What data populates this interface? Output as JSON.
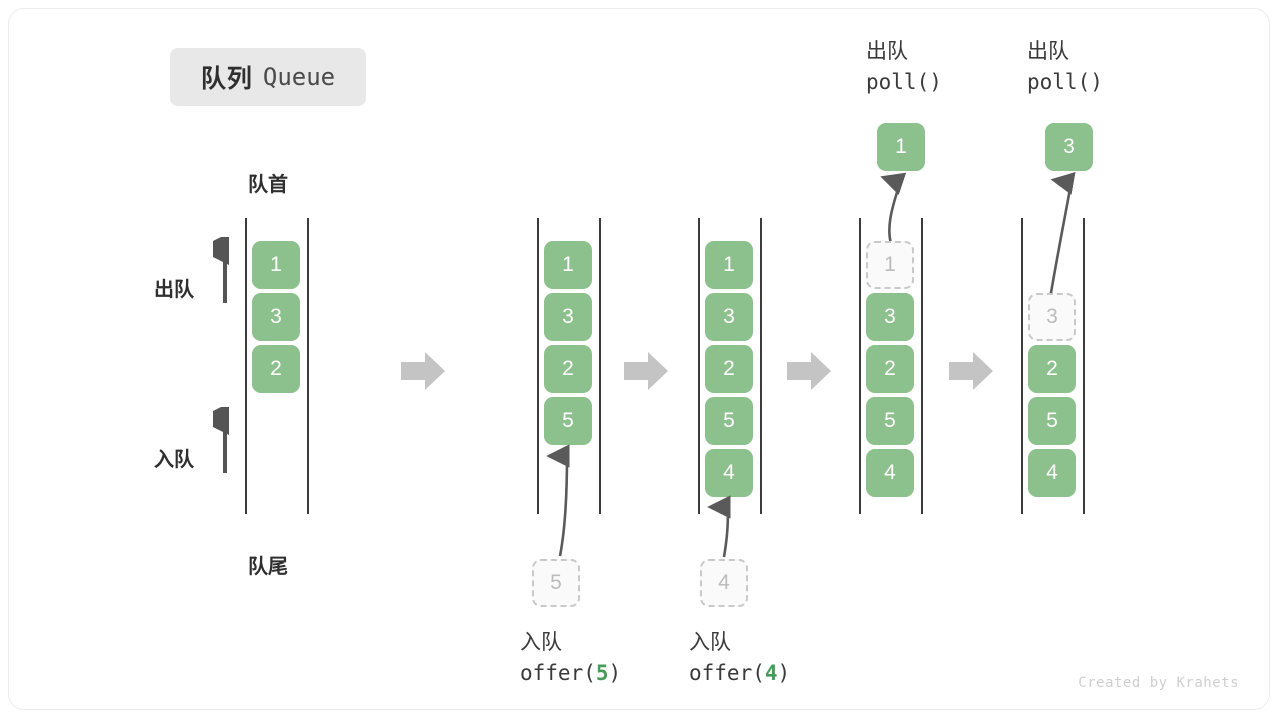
{
  "card": {
    "title": {
      "cn": "队列",
      "en": "Queue"
    },
    "footer": "Created by Krahets"
  },
  "labels": {
    "front": "队首",
    "back": "队尾",
    "dequeue": "出队",
    "enqueue": "入队"
  },
  "captions": {
    "offer5": {
      "cn": "入队",
      "code_prefix": "offer(",
      "code_num": "5",
      "code_suffix": ")"
    },
    "offer4": {
      "cn": "入队",
      "code_prefix": "offer(",
      "code_num": "4",
      "code_suffix": ")"
    },
    "poll1": {
      "cn": "出队",
      "code": "poll()"
    },
    "poll2": {
      "cn": "出队",
      "code": "poll()"
    }
  },
  "colors": {
    "cell_green": "#8cc08c",
    "ghost_fill": "#fafafa",
    "ghost_border": "#c9c9c9",
    "rail": "#3c3c3c",
    "step_arrow": "#c4c4c4",
    "accent_text": "#4a9a5a"
  },
  "chart_data": {
    "type": "diagram",
    "title": "队列 Queue",
    "structure": "FIFO queue — vertical column, front at top, back at bottom",
    "panels": [
      {
        "index": 0,
        "cells": [
          "1",
          "3",
          "2"
        ],
        "ghosts": [],
        "empty_slots": 2,
        "note": "initial state"
      },
      {
        "index": 1,
        "cells": [
          "1",
          "3",
          "2",
          "5"
        ],
        "ghosts": [
          "5"
        ],
        "ghost_position": "below-column",
        "caption": "入队 offer(5)"
      },
      {
        "index": 2,
        "cells": [
          "1",
          "3",
          "2",
          "5",
          "4"
        ],
        "ghosts": [
          "4"
        ],
        "ghost_position": "below-column",
        "caption": "入队 offer(4)"
      },
      {
        "index": 3,
        "cells": [
          "3",
          "2",
          "5",
          "4"
        ],
        "ghosts": [
          "1"
        ],
        "ghost_position": "slot-0",
        "popped": "1",
        "caption": "出队 poll()"
      },
      {
        "index": 4,
        "cells": [
          "2",
          "5",
          "4"
        ],
        "ghosts": [
          "3"
        ],
        "ghost_position": "slot-1",
        "popped": "3",
        "caption": "出队 poll()"
      }
    ],
    "popped_values": [
      "1",
      "3"
    ],
    "pushed_values": [
      "5",
      "4"
    ]
  },
  "panels": [
    {
      "id": "panel-initial",
      "cells": [
        {
          "value": "1",
          "state": "filled"
        },
        {
          "value": "3",
          "state": "filled"
        },
        {
          "value": "2",
          "state": "filled"
        }
      ]
    },
    {
      "id": "panel-offer5",
      "cells": [
        {
          "value": "1",
          "state": "filled"
        },
        {
          "value": "3",
          "state": "filled"
        },
        {
          "value": "2",
          "state": "filled"
        },
        {
          "value": "5",
          "state": "filled"
        }
      ],
      "ghost": {
        "value": "5"
      }
    },
    {
      "id": "panel-offer4",
      "cells": [
        {
          "value": "1",
          "state": "filled"
        },
        {
          "value": "3",
          "state": "filled"
        },
        {
          "value": "2",
          "state": "filled"
        },
        {
          "value": "5",
          "state": "filled"
        },
        {
          "value": "4",
          "state": "filled"
        }
      ],
      "ghost": {
        "value": "4"
      }
    },
    {
      "id": "panel-poll1",
      "popped": {
        "value": "1"
      },
      "cells": [
        {
          "value": "1",
          "state": "ghost"
        },
        {
          "value": "3",
          "state": "filled"
        },
        {
          "value": "2",
          "state": "filled"
        },
        {
          "value": "5",
          "state": "filled"
        },
        {
          "value": "4",
          "state": "filled"
        }
      ]
    },
    {
      "id": "panel-poll2",
      "popped": {
        "value": "3"
      },
      "cells": [
        {
          "value": "",
          "state": "empty"
        },
        {
          "value": "3",
          "state": "ghost"
        },
        {
          "value": "2",
          "state": "filled"
        },
        {
          "value": "5",
          "state": "filled"
        },
        {
          "value": "4",
          "state": "filled"
        }
      ]
    }
  ]
}
